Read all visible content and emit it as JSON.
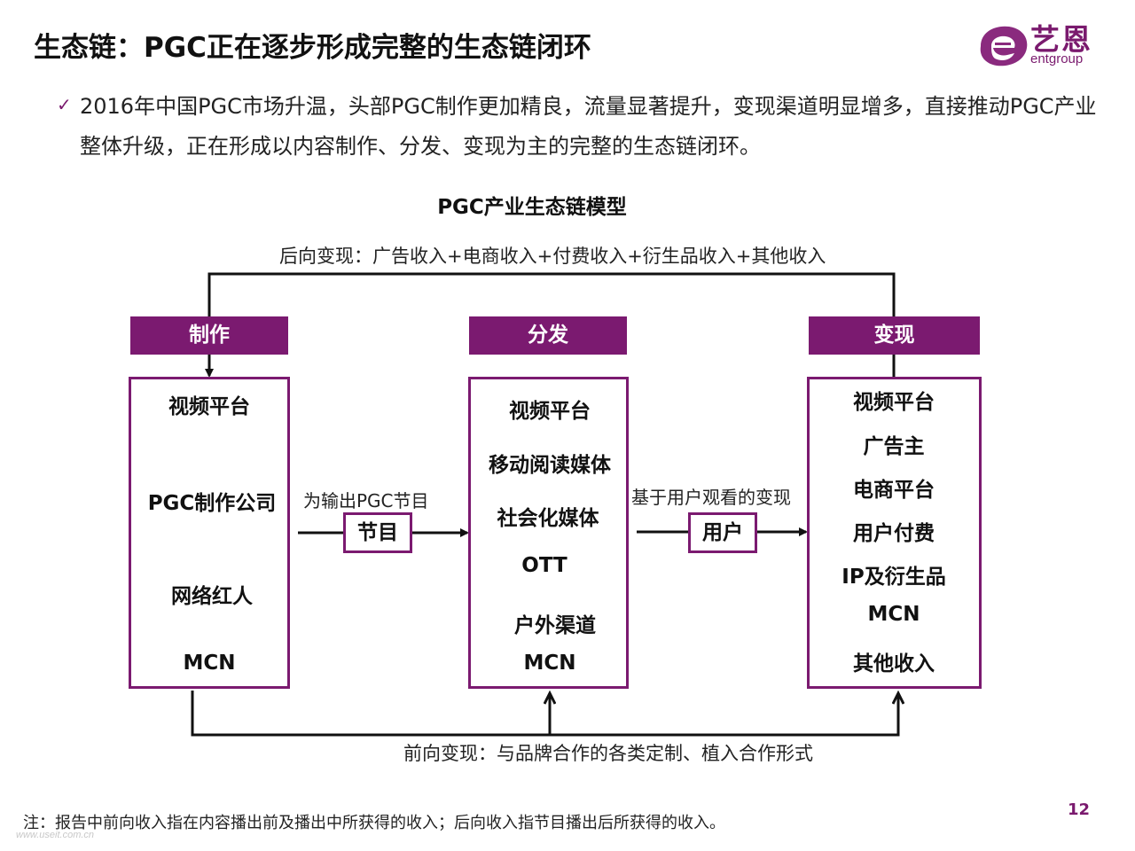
{
  "page": {
    "title": "生态链：PGC正在逐步形成完整的生态链闭环",
    "summary": "2016年中国PGC市场升温，头部PGC制作更加精良，流量显著提升，变现渠道明显增多，直接推动PGC产业整体升级，正在形成以内容制作、分发、变现为主的完整的生态链闭环。",
    "page_number": "12",
    "note": "注：报告中前向收入指在内容播出前及播出中所获得的收入；后向收入指节目播出后所获得的收入。",
    "watermark": "www.useit.com.cn"
  },
  "logo": {
    "name_cn": "艺恩",
    "name_en": "entgroup",
    "color": "#7a1a6e"
  },
  "diagram": {
    "title": "PGC产业生态链模型",
    "back_monetization": "后向变现：广告收入+电商收入+付费收入+衍生品收入+其他收入",
    "front_monetization": "前向变现：与品牌合作的各类定制、植入合作形式",
    "accent_color": "#7b1a70",
    "stages": [
      {
        "header": "制作",
        "items": [
          "视频平台",
          "PGC制作公司",
          "网络红人",
          "MCN"
        ]
      },
      {
        "header": "分发",
        "items": [
          "视频平台",
          "移动阅读媒体",
          "社会化媒体",
          "OTT",
          "户外渠道",
          "MCN"
        ]
      },
      {
        "header": "变现",
        "items": [
          "视频平台",
          "广告主",
          "电商平台",
          "用户付费",
          "IP及衍生品",
          "MCN",
          "其他收入"
        ]
      }
    ],
    "flows": [
      {
        "label": "为输出PGC节目",
        "box": "节目"
      },
      {
        "label": "基于用户观看的变现",
        "box": "用户"
      }
    ]
  }
}
